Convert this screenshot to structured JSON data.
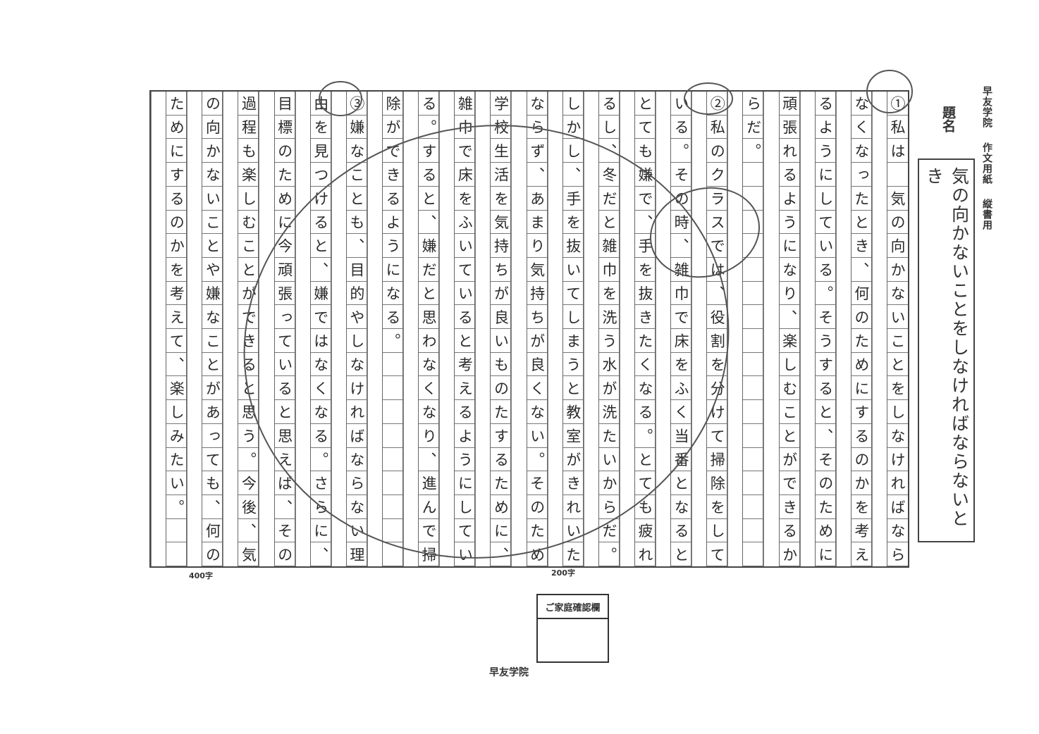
{
  "header": {
    "school": "早友学院",
    "paper_type": "作文用紙",
    "orientation": "縦書用",
    "title_label": "題名",
    "title": "気の向かないことをしなければならないとき"
  },
  "manuscript": {
    "rows_per_column": 20,
    "columns": [
      "①私は　気の向かないことをしなければなら",
      "なくなったとき、何のためにするのかを考え",
      "るようにしている。そうすると、そのために",
      "頑張れるようになり、楽しむことができるか",
      "らだ。",
      "②私のクラスでは、役割を分けて掃除をして",
      "いる。その時、雑巾で床をふく当番となると",
      "とても嫌で、手を抜きたくなる。とても疲れ",
      "るし、冬だと雑巾を洗う水が洗たいからだ。",
      "しかし、手を抜いてしまうと教室がきれいた",
      "ならず、あまり気持ちが良くない。そのため、",
      "学校生活を気持ちが良いものたするために、",
      "雑巾で床をふいていると考えるようにしてい",
      "る。すると、嫌だと思わなくなり、進んで掃",
      "除ができるようになる。",
      "③嫌なことも、目的やしなければならない理",
      "由を見つけると、嫌ではなくなる。さらに、",
      "目標のために今頑張っていると思えば、その",
      "過程も楽しむことができると思う。今後、気",
      "の向かないことや嫌なことがあっても、何の",
      "ためにするのかを考えて、楽しみたい。"
    ],
    "count_labels": {
      "c200": "200字",
      "c400": "400字"
    }
  },
  "footer": {
    "confirm_label": "ご家庭確認欄",
    "school": "早友学院"
  },
  "colors": {
    "pencil": "#555555",
    "ink": "#333333"
  }
}
